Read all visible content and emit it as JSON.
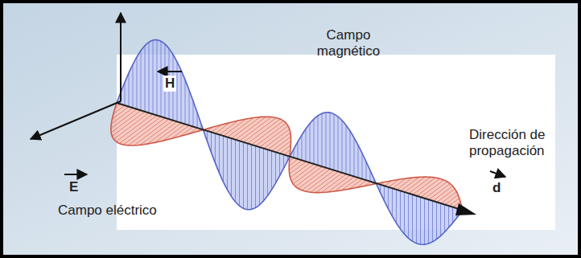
{
  "diagram": {
    "labels": [
      "H",
      "Campo magnético",
      "E",
      "Campo eléctrico",
      "Dirección de propagación",
      "d"
    ]
  }
}
